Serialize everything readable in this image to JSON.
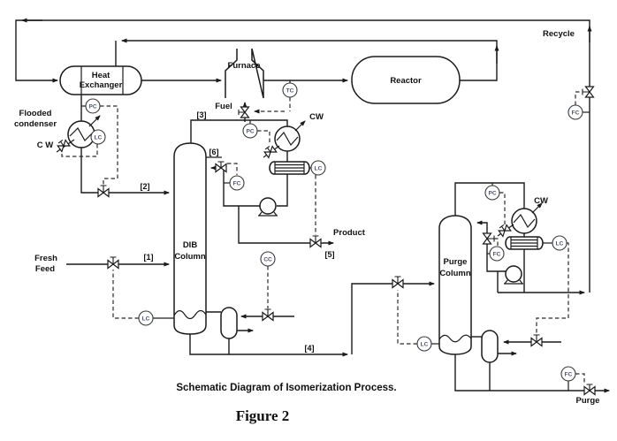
{
  "page": {
    "caption": "Schematic Diagram of Isomerization Process.",
    "figure_label": "Figure 2"
  },
  "colors": {
    "line": "#1a1a1a",
    "instrument_text": "#455472",
    "background": "#ffffff"
  },
  "equipment": {
    "heat_exchanger": {
      "line1": "Heat",
      "line2": "Exchanger"
    },
    "flooded_condenser": {
      "line1": "Flooded",
      "line2": "condenser"
    },
    "furnace": {
      "label": "Furnace"
    },
    "reactor": {
      "label": "Reactor"
    },
    "dib_column": {
      "line1": "DIB",
      "line2": "Column"
    },
    "purge_column": {
      "line1": "Purge",
      "line2": "Column"
    }
  },
  "streams": {
    "fresh_feed": {
      "line1": "Fresh",
      "line2": "Feed"
    },
    "recycle": {
      "label": "Recycle"
    },
    "product": {
      "label": "Product"
    },
    "purge": {
      "label": "Purge"
    },
    "fuel": {
      "label": "Fuel"
    },
    "cooling_water_flooded": {
      "label": "C W"
    },
    "cooling_water_dib": {
      "label": "CW"
    },
    "cooling_water_purge": {
      "label": "CW"
    },
    "tag_1": {
      "label": "[1]"
    },
    "tag_2": {
      "label": "[2]"
    },
    "tag_3": {
      "label": "[3]"
    },
    "tag_4": {
      "label": "[4]"
    },
    "tag_5": {
      "label": "[5]"
    },
    "tag_6": {
      "label": "[6]"
    }
  },
  "instruments": {
    "hx_pressure": {
      "label": "PC"
    },
    "flooded_level": {
      "label": "LC"
    },
    "furnace_temperature": {
      "label": "TC"
    },
    "dib_pressure": {
      "label": "PC"
    },
    "dib_reflux_flow": {
      "label": "FC"
    },
    "dib_drum_level": {
      "label": "LC"
    },
    "dib_composition": {
      "label": "CC"
    },
    "dib_base_level": {
      "label": "LC"
    },
    "purge_pressure": {
      "label": "PC"
    },
    "purge_reflux_flow": {
      "label": "FC"
    },
    "purge_drum_level": {
      "label": "LC"
    },
    "purge_base_level": {
      "label": "LC"
    },
    "purge_flow": {
      "label": "FC"
    },
    "recycle_flow": {
      "label": "FC"
    }
  }
}
